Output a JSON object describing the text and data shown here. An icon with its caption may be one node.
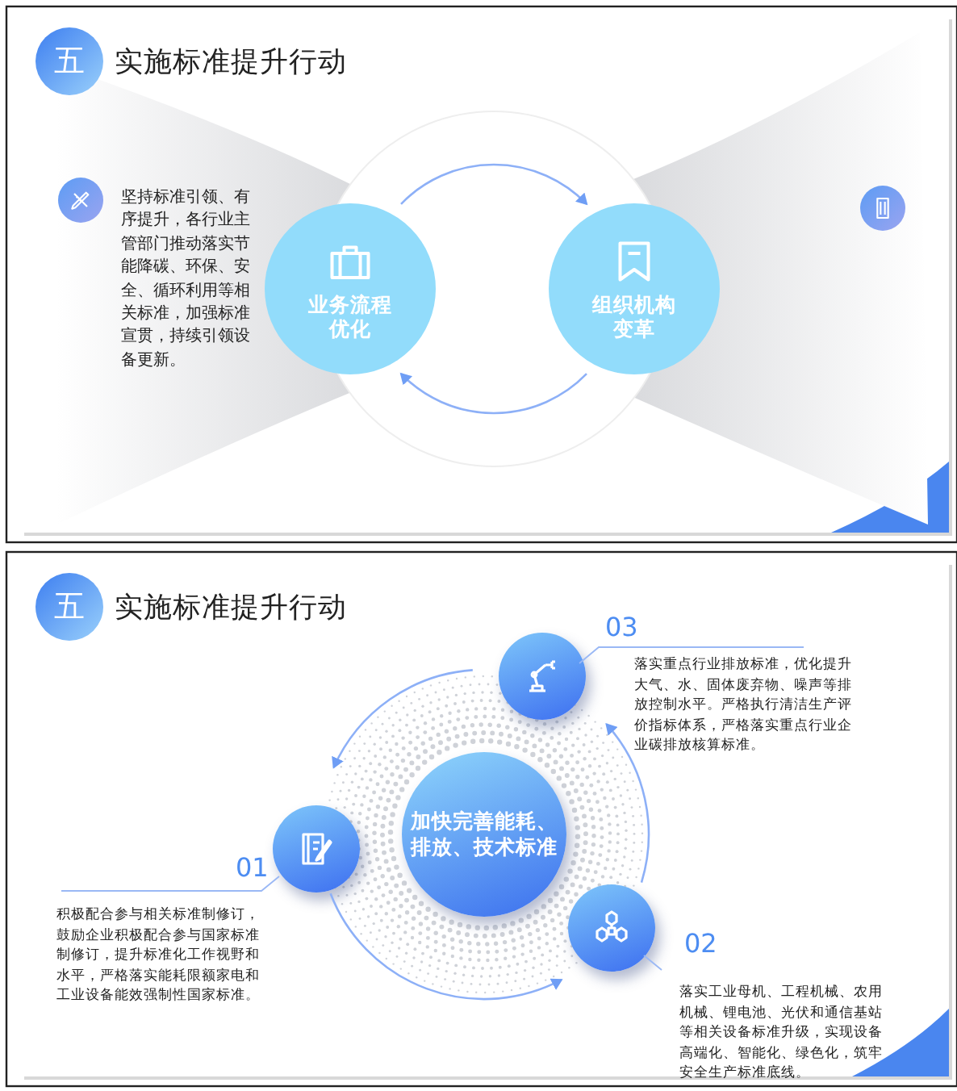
{
  "diagram": {
    "nodes": [
      {
        "text": [
          "五"
        ]
      },
      {
        "text": [
          "业务流程优化"
        ]
      },
      {
        "text": [
          "组织机构变革"
        ]
      },
      {
        "text": [
          "五"
        ]
      },
      {
        "text": [
          "加快完善能耗、排放、技术标准"
        ]
      },
      {
        "text": [],
        "shape": "circle",
        "beside": [
          "01",
          "积极配合参与相关标准制修订，鼓励企业积极配合参与国家标准制修订，提升标准化工作视野和水平，严格落实能耗限额家电和工业设备能效强制性国家标准。"
        ]
      },
      {
        "text": [],
        "shape": "circle",
        "beside": [
          "02",
          "落实工业母机、工程机械、农用机械、锂电池、光伏和通信基站等相关设备标准升级，实现设备高端化、智能化、绿色化，筑牢安全生产标准底线。"
        ]
      },
      {
        "text": [],
        "shape": "circle",
        "beside": [
          "03",
          "落实重点行业排放标准，优化提升大气、水、固体废弃物、噪声等排放控制水平。严格执行清洁生产评价指标体系，严格落实重点行业企业碳排放核算标准。"
        ]
      }
    ],
    "edges": [
      {
        "from": 1,
        "to": 2,
        "arrow": "to"
      },
      {
        "from": 2,
        "to": 1,
        "arrow": "to"
      },
      {
        "from": 7,
        "to": 5,
        "arrow": "to"
      },
      {
        "from": 5,
        "to": 6,
        "arrow": "to"
      },
      {
        "from": 6,
        "to": 7,
        "arrow": "to"
      },
      {
        "from": 5,
        "to": null,
        "arrow": "none"
      },
      {
        "from": 6,
        "to": null,
        "arrow": "none"
      },
      {
        "from": 7,
        "to": null,
        "arrow": "none"
      }
    ],
    "labels": [
      "实施标准提升行动",
      "坚持标准引领、有序提升，各行业主管部门推动落实节能降碳、环保、安全、循环利用等相关标准，加强标准宣贯，持续引领设备更新。",
      "实施标准提升行动"
    ]
  }
}
